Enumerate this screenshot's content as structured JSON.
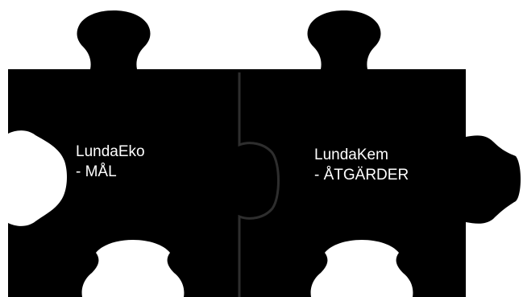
{
  "pieces": [
    {
      "id": "left",
      "line1": "LundaEko",
      "line2": "- MÅL"
    },
    {
      "id": "right",
      "line1": "LundaKem",
      "line2": "- ÅTGÄRDER"
    }
  ],
  "colors": {
    "background": "#ffffff",
    "piece_fill": "#000000",
    "seam": "#2e2e2e",
    "text": "#ffffff"
  }
}
